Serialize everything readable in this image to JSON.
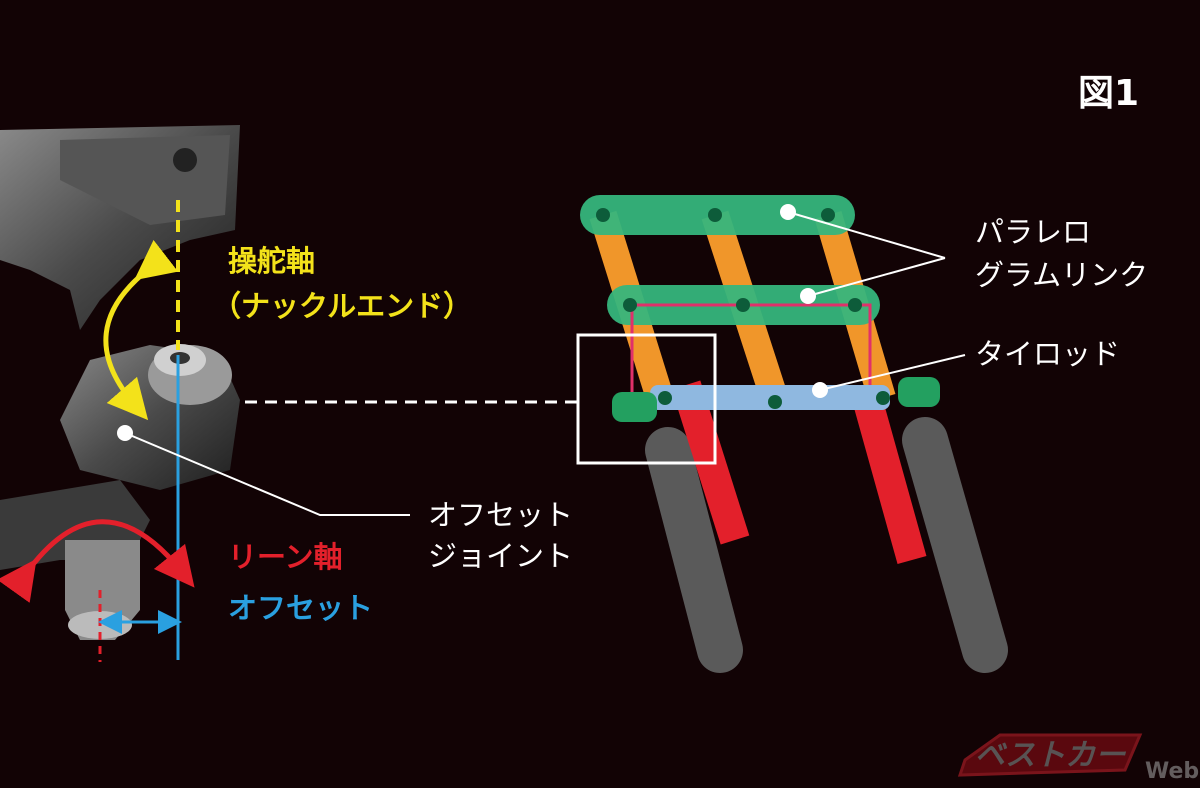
{
  "figure_label": "図1",
  "labels": {
    "steering_axis": "操舵軸",
    "knuckle_end": "（ナックルエンド）",
    "lean_axis": "リーン軸",
    "offset": "オフセット",
    "offset_joint_line1": "オフセット",
    "offset_joint_line2": "ジョイント",
    "parallelogram_line1": "パラレロ",
    "parallelogram_line2": "グラムリンク",
    "tie_rod": "タイロッド"
  },
  "logo": {
    "text": "ベストカー",
    "suffix": "Web"
  },
  "colors": {
    "background": "#120305",
    "steering": "#f3e21a",
    "lean": "#e3202b",
    "offset": "#2aa0e0",
    "link_green": "#36b57c",
    "link_orange": "#f0962a",
    "tie_rod": "#8fb8e0"
  }
}
